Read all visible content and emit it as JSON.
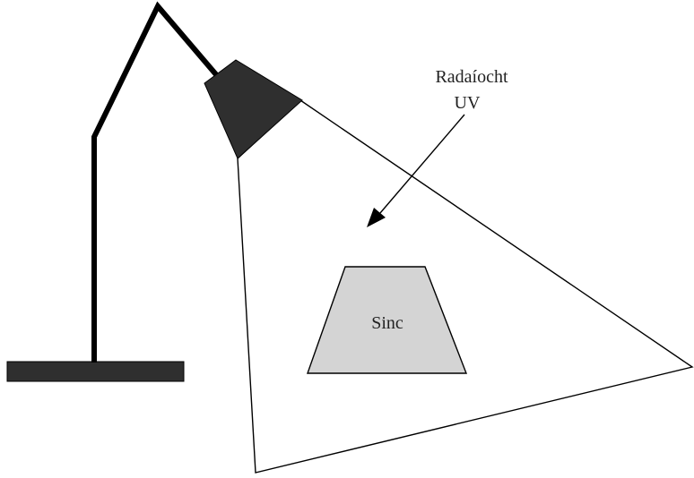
{
  "labels": {
    "radiation_line1": "Radaíocht",
    "radiation_line2": "UV",
    "sample": "Sinc"
  },
  "colors": {
    "lamp_body": "#2f2f2f",
    "stand": "#000000",
    "beam_outline": "#000000",
    "sample_fill": "#d4d4d4",
    "background": "#ffffff"
  }
}
